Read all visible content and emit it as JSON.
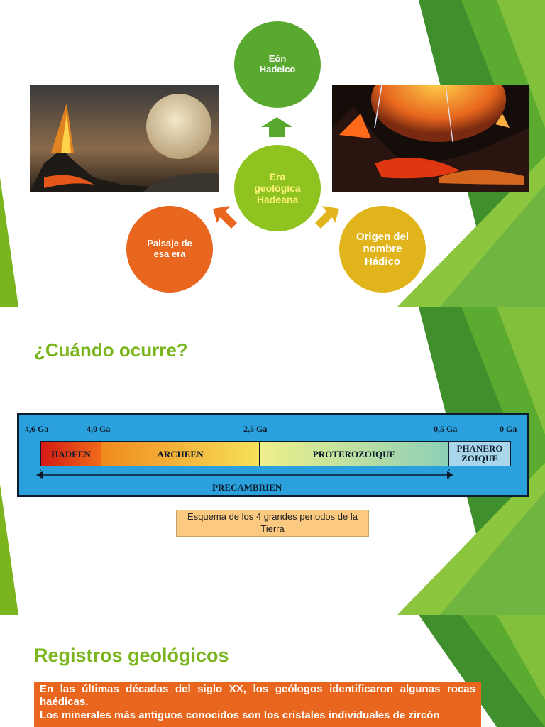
{
  "slide1": {
    "center": "Era geológica Hadeana",
    "top": "Eón Hadeico",
    "left": "Paisaje de esa era",
    "right": "Origen del nombre Hádico",
    "colors": {
      "center": "#8fc31f",
      "top": "#58a92e",
      "left": "#e8661e",
      "right": "#e0b41a"
    }
  },
  "slide2": {
    "title": "¿Cuándo ocurre?",
    "timeline": {
      "ticks": [
        "4,6 Ga",
        "4,0 Ga",
        "2,5 Ga",
        "0,5 Ga",
        "0 Ga"
      ],
      "periods": [
        "HADEEN",
        "ARCHEEN",
        "PROTEROZOIQUE",
        "PHANERO ZOIQUE"
      ],
      "span_label": "PRECAMBRIEN"
    },
    "caption": "Esquema de los 4 grandes periodos de la Tierra"
  },
  "slide3": {
    "title": "Registros geológicos",
    "paragraphs": [
      "En las últimas décadas del siglo XX, los geólogos identificaron algunas rocas haédicas.",
      "Los minerales más antiguos conocidos son los cristales individuales de zircón"
    ]
  }
}
